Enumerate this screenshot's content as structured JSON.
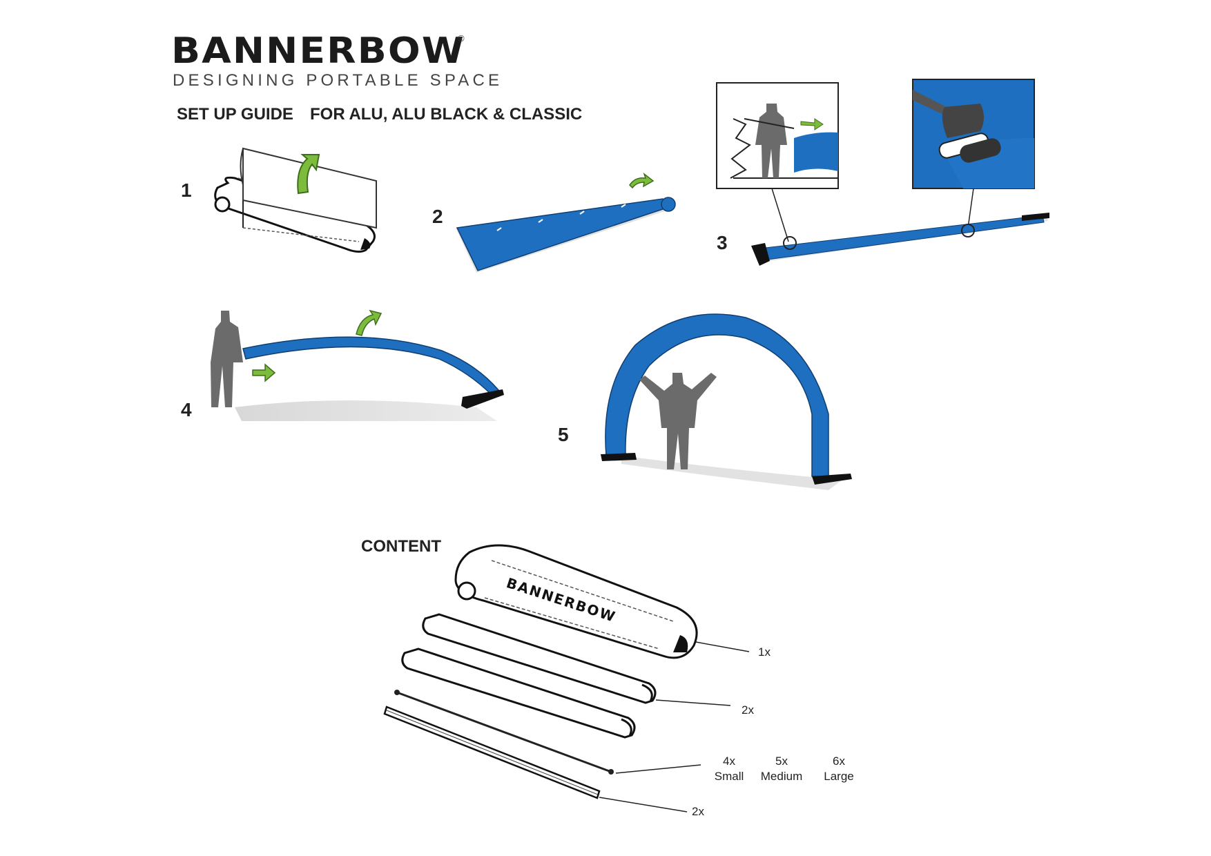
{
  "brand": {
    "name": "BANNERBOW",
    "registered": "®",
    "tagline": "DESIGNING PORTABLE SPACE"
  },
  "heading": {
    "part1": "SET UP GUIDE",
    "part2": "FOR ALU, ALU BLACK & CLASSIC"
  },
  "steps": [
    "1",
    "2",
    "3",
    "4",
    "5"
  ],
  "content": {
    "title": "CONTENT",
    "bag_label": "BANNERBOW",
    "bag_qty": "1x",
    "feet_qty": "2x",
    "poles": [
      {
        "qty": "4x",
        "size": "Small"
      },
      {
        "qty": "5x",
        "size": "Medium"
      },
      {
        "qty": "6x",
        "size": "Large"
      }
    ],
    "rods_qty": "2x"
  },
  "colors": {
    "banner_blue": "#1f6fc0",
    "arrow_green": "#7dbb3c",
    "figure_gray": "#6b6b6b"
  }
}
